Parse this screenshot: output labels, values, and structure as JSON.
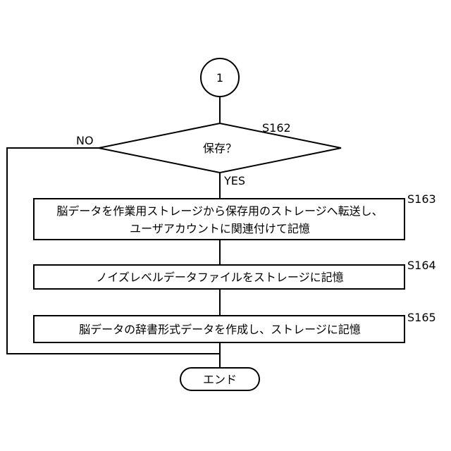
{
  "connector": {
    "label": "1"
  },
  "decision": {
    "step": "S162",
    "label": "保存？",
    "no_label": "NO",
    "yes_label": "YES"
  },
  "steps": [
    {
      "step": "S163",
      "lines": [
        "脳データを作業用ストレージから保存用のストレージへ転送し、",
        "ユーザアカウントに関連付けて記憶"
      ]
    },
    {
      "step": "S164",
      "lines": [
        "ノイズレベルデータファイルをストレージに記憶"
      ]
    },
    {
      "step": "S165",
      "lines": [
        "脳データの辞書形式データを作成し、ストレージに記憶"
      ]
    }
  ],
  "end": {
    "label": "エンド"
  }
}
